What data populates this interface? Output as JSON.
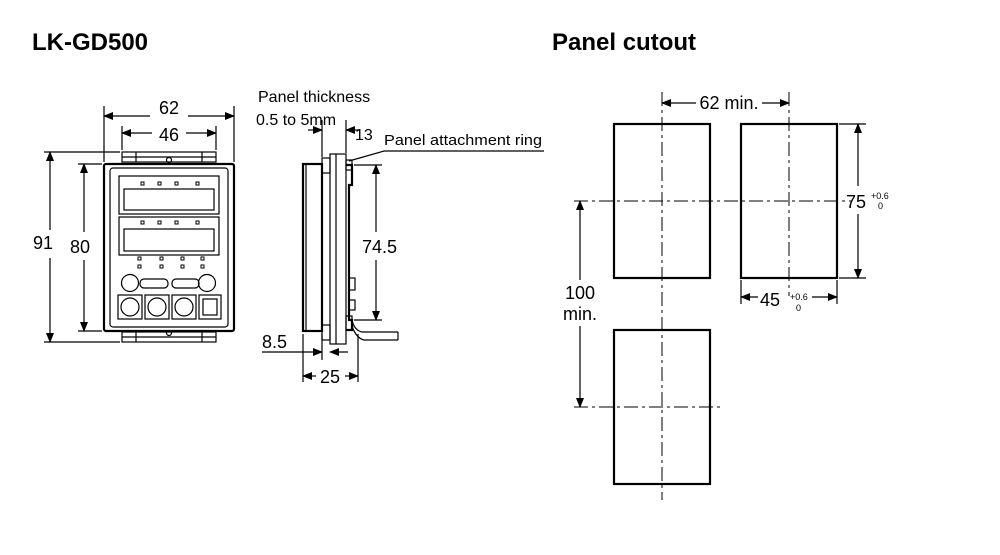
{
  "titles": {
    "left": "LK-GD500",
    "right": "Panel cutout"
  },
  "front_view": {
    "width_outer": "62",
    "width_inner": "46",
    "height_outer": "91",
    "height_inner": "80"
  },
  "side_view": {
    "panel_thickness_line1": "Panel thickness",
    "panel_thickness_line2": "0.5 to 5mm",
    "ring_depth": "13",
    "ring_label": "Panel attachment ring",
    "body_height": "74.5",
    "front_depth": "8.5",
    "total_depth": "25"
  },
  "cutout": {
    "horizontal_pitch": "62 min.",
    "height": "75",
    "height_tol_upper": "+0.6",
    "height_tol_lower": "0",
    "width": "45",
    "width_tol_upper": "+0.6",
    "width_tol_lower": "0",
    "vertical_pitch_line1": "100",
    "vertical_pitch_line2": "min."
  }
}
